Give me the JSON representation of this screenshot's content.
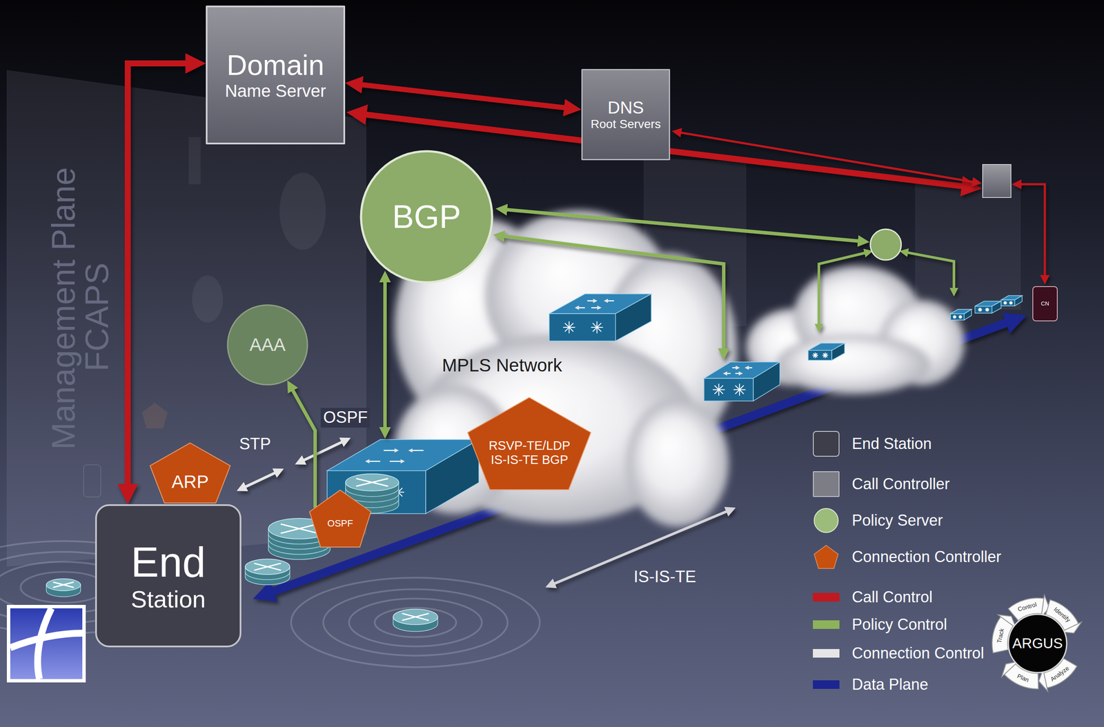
{
  "diagram": {
    "nodes": [
      {
        "text": [
          "Domain",
          "Name Server"
        ]
      },
      {
        "text": [
          "DNS",
          "Root Servers"
        ]
      },
      {
        "text": [
          "BGP"
        ]
      },
      {
        "text": [
          "AAA"
        ]
      },
      {
        "text": [
          "ARP"
        ]
      },
      {
        "text": [
          "OSPF"
        ]
      },
      {
        "text": [
          "RSVP-TE/LDP IS-IS-TE BGP"
        ]
      },
      {
        "text": [
          "End",
          "Station"
        ]
      },
      {
        "text": [
          "CN"
        ]
      }
    ],
    "edges": [
      {
        "from": 0,
        "to": 1,
        "arrow": "both"
      },
      {
        "from": 0,
        "to": 7,
        "arrow": "both"
      },
      {
        "from": 5,
        "to": 3,
        "arrow": "to"
      }
    ],
    "labels": [
      "Management Plane",
      "FCAPS",
      "OSPF",
      "STP",
      "MPLS Network",
      "IS-IS-TE",
      "Control",
      "Identify",
      "Analyze",
      "Plan",
      "Track",
      "ARGUS"
    ],
    "legend": [
      {
        "text": "End Station",
        "color": "#3e3e4a"
      },
      {
        "text": "Call Controller",
        "color": "#7d7d86"
      },
      {
        "text": "Policy Server"
      },
      {
        "text": "Connection Controller"
      },
      {
        "text": "Call Control",
        "color": "#c1191f"
      },
      {
        "text": "Policy Control",
        "color": "#8db35a"
      },
      {
        "text": "Connection Control",
        "color": "#e6e6e6"
      },
      {
        "text": "Data Plane",
        "color": "#1c2590"
      }
    ]
  }
}
